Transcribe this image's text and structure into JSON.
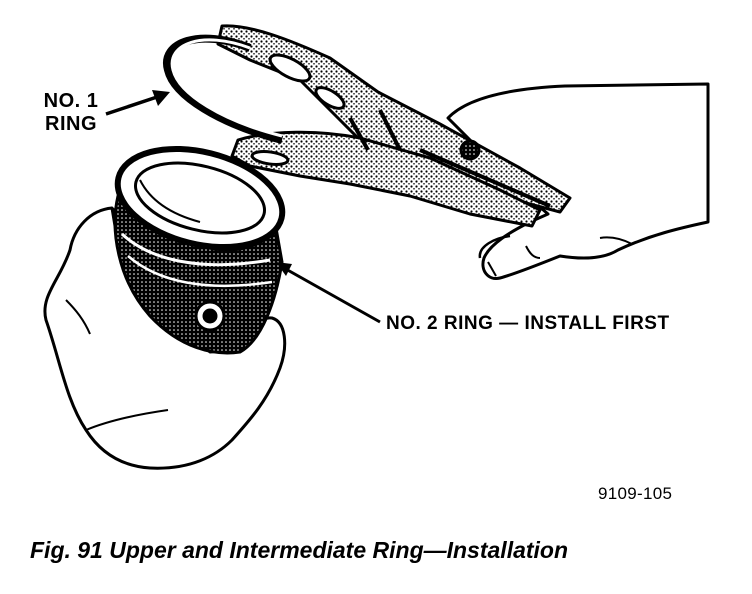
{
  "labels": {
    "ring1_line1": "NO. 1",
    "ring1_line2": "RING",
    "ring2": "NO. 2 RING — INSTALL FIRST"
  },
  "figure_id": "9109-105",
  "caption": "Fig. 91 Upper and Intermediate Ring—Installation"
}
